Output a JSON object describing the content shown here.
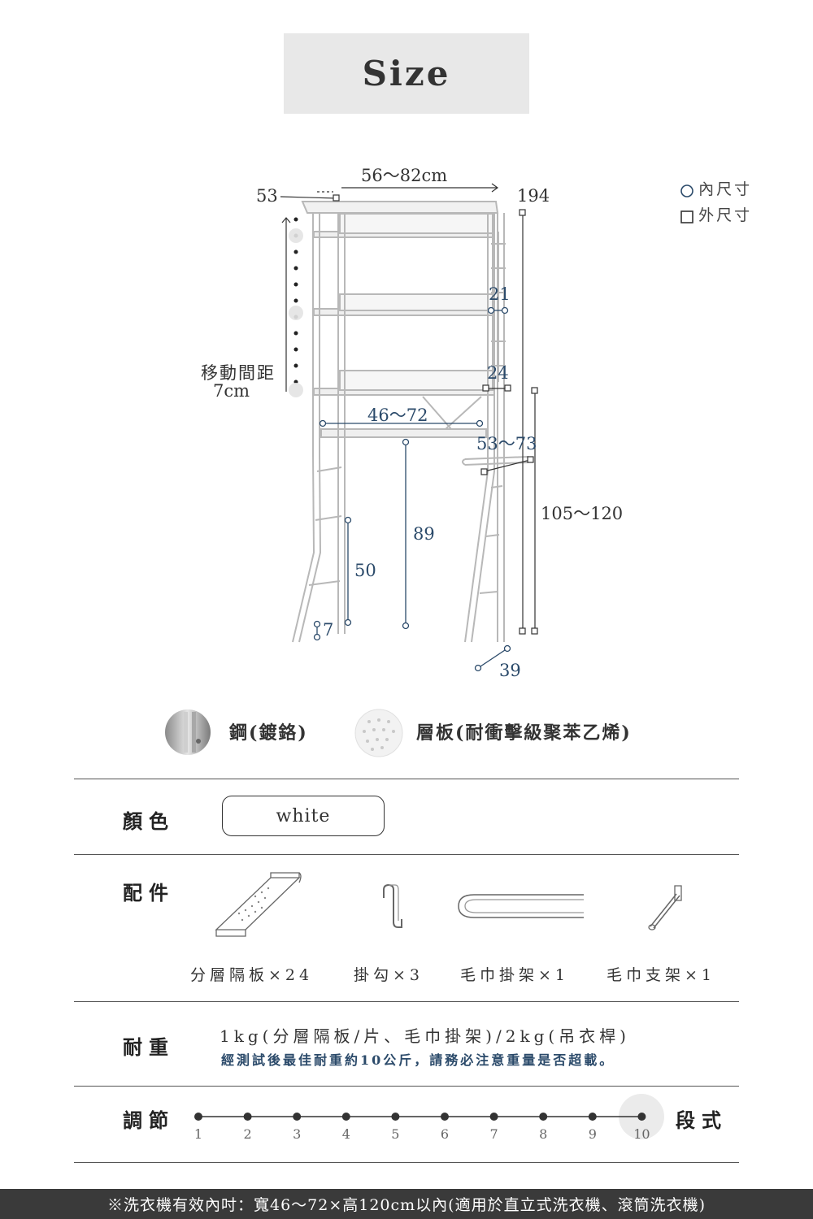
{
  "title": "Size",
  "dimensions": {
    "width_range": "56～82cm",
    "depth_top": "53",
    "height_total": "194",
    "shelf_gap_label_1": "移動間距",
    "shelf_gap_label_2": "7cm",
    "hook_spacing": "21",
    "shelf_depth": "24",
    "inner_width": "46～72",
    "towel_width": "53～73",
    "adjust_height": "105～120",
    "inner_height": "89",
    "leg_height": "50",
    "leg_inner": "7",
    "foot_depth": "39"
  },
  "legend": {
    "inner": "內尺寸",
    "outer": "外尺寸"
  },
  "materials": [
    {
      "icon": "steel-swatch-icon",
      "label": "鋼(鍍鉻)"
    },
    {
      "icon": "plastic-swatch-icon",
      "label": "層板(耐衝擊級聚苯乙烯)"
    }
  ],
  "color_row": {
    "label": "顏色",
    "value": "white"
  },
  "accessories_row": {
    "label": "配件",
    "items": [
      {
        "icon": "divider-shelf-icon",
        "caption": "分層隔板×24"
      },
      {
        "icon": "hook-icon",
        "caption": "掛勾×3"
      },
      {
        "icon": "towel-bar-icon",
        "caption": "毛巾掛架×1"
      },
      {
        "icon": "towel-holder-icon",
        "caption": "毛巾支架×1"
      }
    ]
  },
  "load_row": {
    "label": "耐重",
    "main": "1kg(分層隔板/片、毛巾掛架)/2kg(吊衣桿)",
    "note": "經測試後最佳耐重約10公斤，請務必注意重量是否超載。"
  },
  "adjust_row": {
    "label": "調節",
    "ticks": [
      "1",
      "2",
      "3",
      "4",
      "5",
      "6",
      "7",
      "8",
      "9",
      "10"
    ],
    "selected": 10,
    "unit": "段式"
  },
  "footer": "※洗衣機有效內吋：寬46～72×高120cm以內(適用於直立式洗衣機、滾筒洗衣機)",
  "colors": {
    "accent_blue": "#2b4a6a",
    "footer_bg": "#3a3a3a",
    "title_bg": "#e8e8e8"
  }
}
